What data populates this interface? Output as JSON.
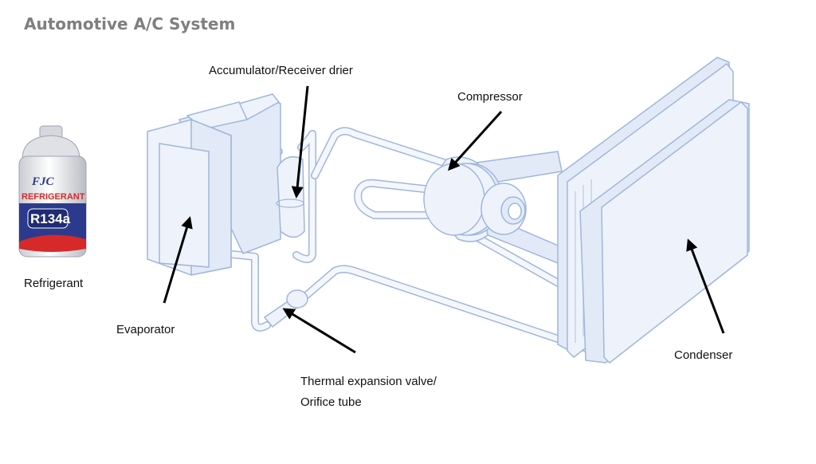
{
  "title": "Automotive A/C System",
  "labels": {
    "accumulator": "Accumulator/Receiver drier",
    "compressor": "Compressor",
    "refrigerant": "Refrigerant",
    "evaporator": "Evaporator",
    "condenser": "Condenser",
    "expansion_line1": "Thermal expansion valve/",
    "expansion_line2": "Orifice tube"
  },
  "refrigerant_can": {
    "brand": "FJC",
    "product": "REFRIGERANT",
    "code": "R134a"
  },
  "colors": {
    "title": "#7f7f7f",
    "part_fill": "#eef3fb",
    "part_stroke": "#9fb6dc",
    "can_blue": "#2b3a8c",
    "can_red": "#d62a2a"
  }
}
